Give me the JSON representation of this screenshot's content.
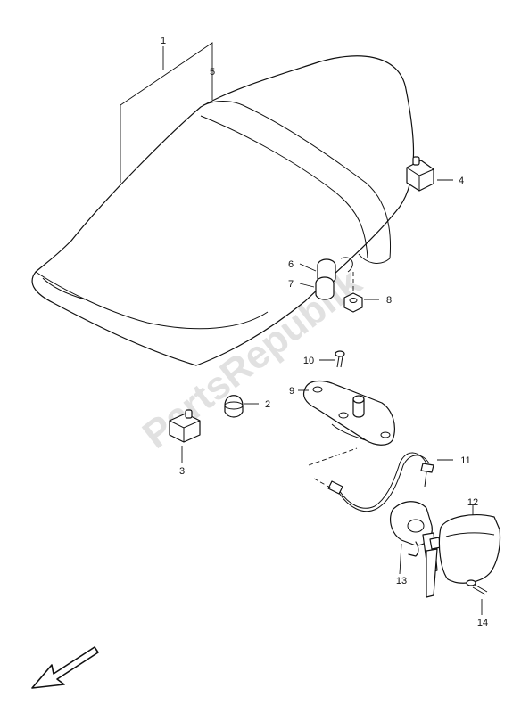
{
  "watermark": "PartsRepublik",
  "callouts": {
    "c1": "1",
    "c2": "2",
    "c3": "3",
    "c4": "4",
    "c5": "5",
    "c6": "6",
    "c7": "7",
    "c8": "8",
    "c9": "9",
    "c10": "10",
    "c11": "11",
    "c12": "12",
    "c13": "13",
    "c14": "14"
  }
}
